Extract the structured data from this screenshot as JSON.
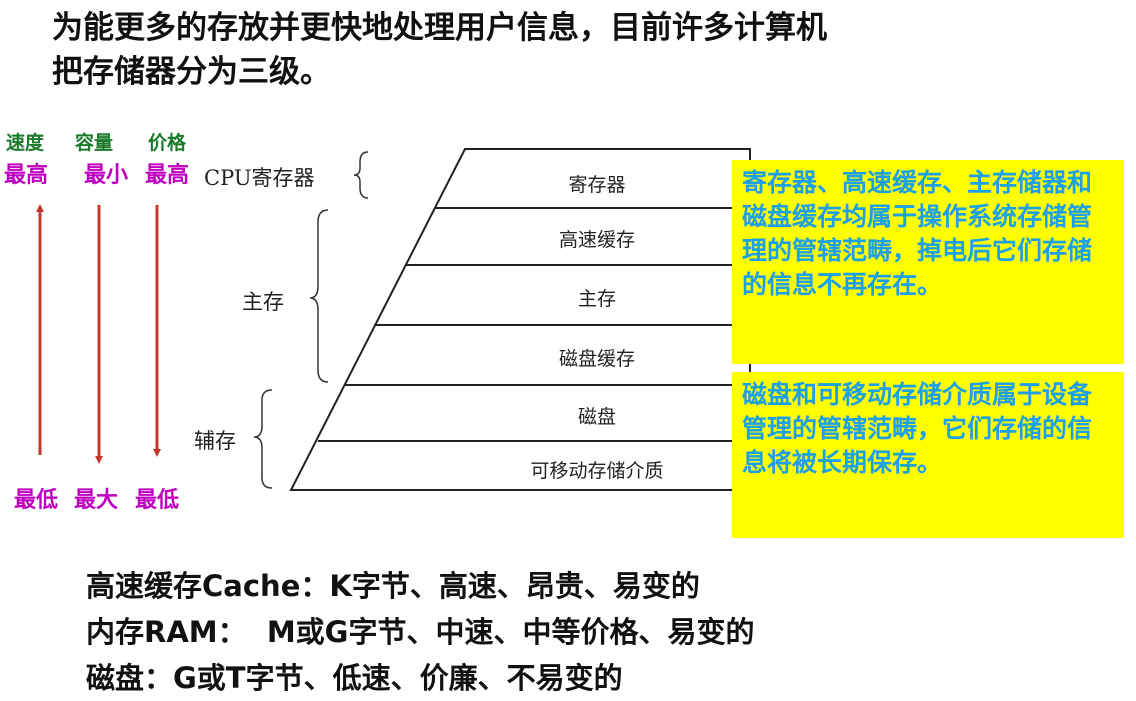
{
  "title_line1": "为能更多的存放并更快地处理用户信息，目前许多计算机",
  "title_line2": "把存储器分为三级。",
  "metrics": [
    {
      "header": "速度",
      "top": "最高",
      "bottom": "最低",
      "direction": "up"
    },
    {
      "header": "容量",
      "top": "最小",
      "bottom": "最大",
      "direction": "down"
    },
    {
      "header": "价格",
      "top": "最高",
      "bottom": "最低",
      "direction": "down"
    }
  ],
  "arrow_color": "#c0392b",
  "categories": {
    "cpu": "CPU寄存器",
    "main": "主存",
    "aux": "辅存"
  },
  "levels": [
    "寄存器",
    "高速缓存",
    "主存",
    "磁盘缓存",
    "磁盘",
    "可移动存储介质"
  ],
  "notes": [
    "寄存器、高速缓存、主存储器和磁盘缓存均属于操作系统存储管理的管辖范畴，掉电后它们存储的信息不再存在。",
    "磁盘和可移动存储介质属于设备管理的管辖范畴，它们存储的信息将被长期保存。"
  ],
  "note_bg": "#ffff00",
  "note_text_color": "#1ea0e6",
  "summary": [
    "高速缓存Cache：K字节、高速、昂贵、易变的",
    "内存RAM：  M或G字节、中速、中等价格、易变的",
    "磁盘：G或T字节、低速、价廉、不易变的"
  ]
}
